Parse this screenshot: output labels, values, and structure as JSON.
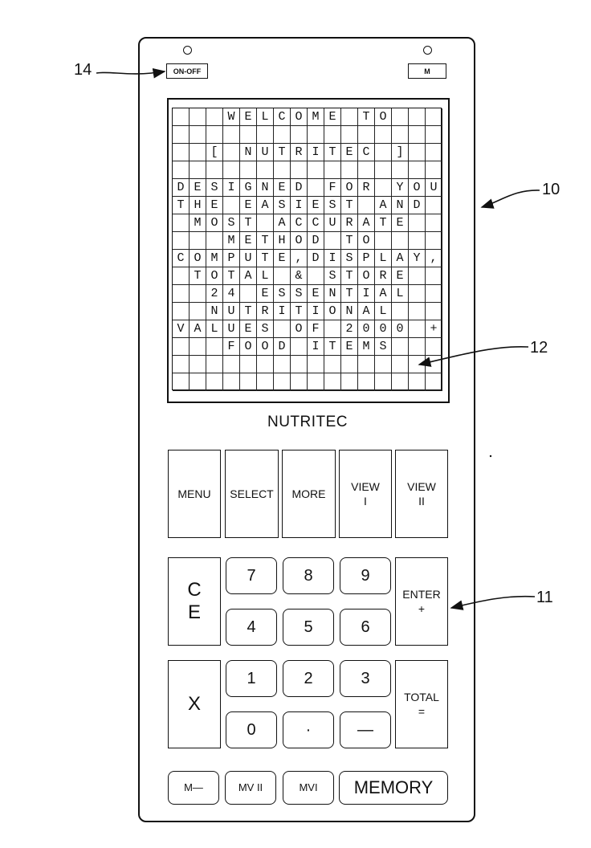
{
  "device": {
    "power_label": "ON-OFF",
    "mode_label": "M",
    "brand": "NUTRITEC"
  },
  "screen": {
    "lines": [
      "   WELCOME TO   ",
      "                ",
      "  [ NUTRITEC ]  ",
      "                ",
      "DESIGNED FOR YOU",
      "THE EASIEST AND ",
      " MOST ACCURATE  ",
      "   METHOD TO    ",
      "COMPUTE,DISPLAY,",
      " TOTAL & STORE  ",
      "  24 ESSENTIAL  ",
      "  NUTRITIONAL   ",
      "VALUES OF 2000 +",
      "   FOOD ITEMS   ",
      "                ",
      "                "
    ]
  },
  "keys": {
    "menu": "MENU",
    "select": "SELECT",
    "more": "MORE",
    "view1": [
      "VIEW",
      "I"
    ],
    "view2": [
      "VIEW",
      "II"
    ],
    "ce": [
      "C",
      "E"
    ],
    "enter": [
      "ENTER",
      "+"
    ],
    "x": "X",
    "total": [
      "TOTAL",
      "="
    ],
    "n7": "7",
    "n8": "8",
    "n9": "9",
    "n4": "4",
    "n5": "5",
    "n6": "6",
    "n1": "1",
    "n2": "2",
    "n3": "3",
    "n0": "0",
    "dot": "·",
    "minus": "—",
    "m_minus": "M—",
    "mv2": "MV II",
    "mv1": "MVI",
    "memory": "MEMORY"
  },
  "callouts": {
    "c14": "14",
    "c10": "10",
    "c12": "12",
    "c11": "11"
  }
}
